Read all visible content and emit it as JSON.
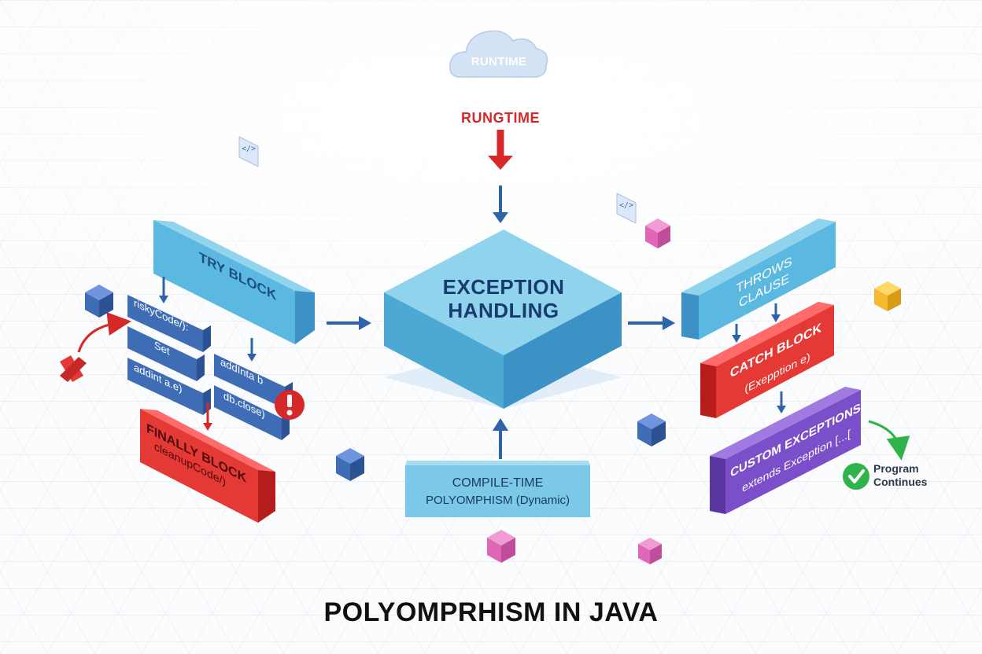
{
  "cloud": {
    "label": "RUNTIME"
  },
  "runtime_label": "RUNGTIME",
  "center": {
    "line1": "EXCEPTION",
    "line2": "HANDLING"
  },
  "try_block": {
    "label": "TRY BLOCK"
  },
  "code_lines": {
    "risky": "riskyCode/):",
    "set": "Set",
    "add_left": "addint a.e)",
    "add_right": "addInta b",
    "close": "db.close)"
  },
  "finally_block": {
    "line1": "FINALLY BLOCK",
    "line2": "cleanupCode/)"
  },
  "throws_clause": {
    "line1": "THROWS",
    "line2": "CLAUSE"
  },
  "catch_block": {
    "line1": "CATCH BLOCK",
    "line2": "(Exepption e)"
  },
  "custom_exceptions": {
    "line1": "CUSTOM EXCEPTIONS",
    "line2": "extends Exception [...["
  },
  "program_continues": {
    "line1": "Program",
    "line2": "Continues"
  },
  "compile_time": {
    "line1": "COMPILE-TIME",
    "line2": "POLYOMPHISM (Dynamic)"
  },
  "code_tag": "</>",
  "title": "POLYOMPRHISM IN JAVA",
  "colors": {
    "blue_block": "#5bb8e0",
    "dark_blue": "#3f6db5",
    "red_block": "#e53935",
    "purple_block": "#7b4fc9",
    "pink_cube": "#e066b8",
    "orange_cube": "#f5b82e",
    "green_check": "#2fb34a",
    "arrow_blue": "#2f63a8",
    "arrow_red": "#d62828"
  }
}
